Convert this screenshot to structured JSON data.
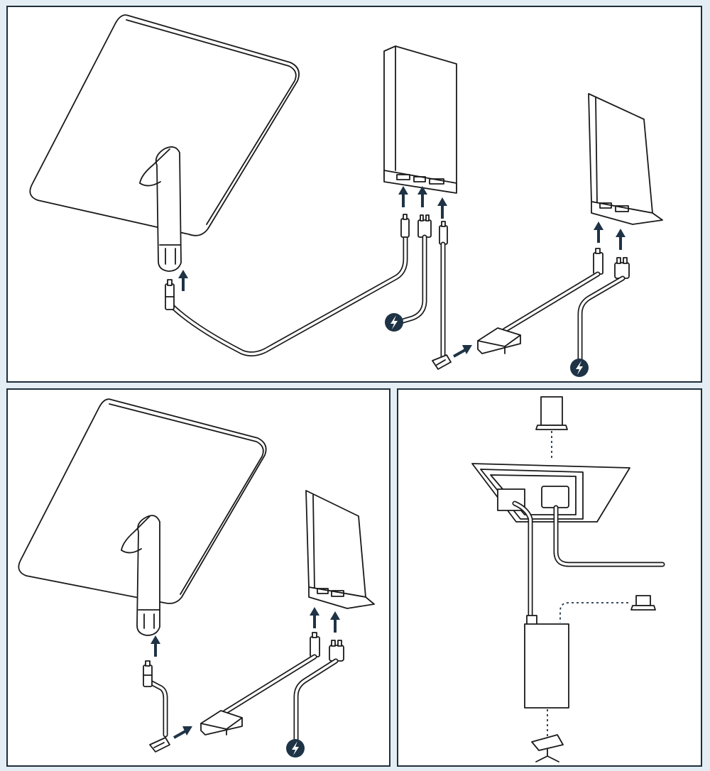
{
  "panels": [
    {
      "id": "top",
      "router_ports": 3
    },
    {
      "id": "bottom-left",
      "router_ports": 2
    },
    {
      "id": "bottom-right",
      "router_ports": 0
    }
  ],
  "colors": {
    "frame": "#1e2e3c",
    "arrow": "#1f3346",
    "line": "#1a1a1a",
    "background": "#e3edf3"
  },
  "icons": [
    "up-arrow-icon",
    "power-icon",
    "laptop-icon",
    "dish-icon",
    "router-icon"
  ]
}
